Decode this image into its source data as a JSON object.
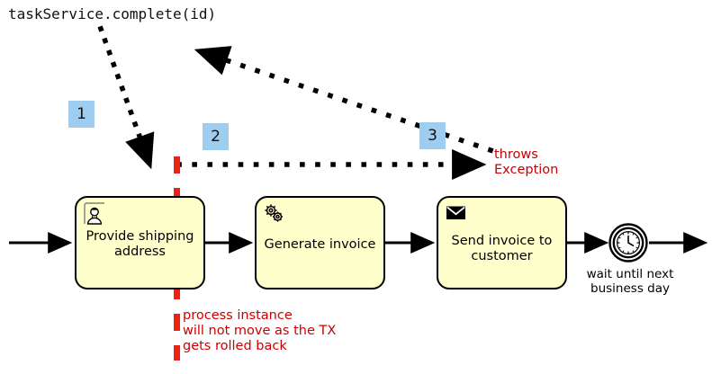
{
  "diagram": {
    "type": "bpmn-process-diagram",
    "code_caption": "taskService.complete(id)",
    "badges": [
      {
        "id": "badge-1",
        "label": "1"
      },
      {
        "id": "badge-2",
        "label": "2"
      },
      {
        "id": "badge-3",
        "label": "3"
      }
    ],
    "tasks": [
      {
        "id": "task-1",
        "label": "Provide\nshipping\naddress",
        "icon": "user-icon",
        "task_type": "user-task",
        "fill": "#FFFFCC",
        "stroke": "#000000"
      },
      {
        "id": "task-2",
        "label": "Generate\ninvoice",
        "icon": "gear-icon",
        "task_type": "service-task",
        "fill": "#FFFFCC",
        "stroke": "#000000"
      },
      {
        "id": "task-3",
        "label": "Send invoice\nto customer",
        "icon": "envelope-icon",
        "task_type": "send-task",
        "fill": "#FFFFCC",
        "stroke": "#000000"
      }
    ],
    "timer_event": {
      "id": "timer-event",
      "icon": "clock-icon",
      "label": "wait until next\nbusiness day"
    },
    "annotations": {
      "throws_exception": "throws\nException",
      "rollback_note": "process instance\nwill not move as the TX\ngets rolled back"
    },
    "colors": {
      "badge_blue": "#9FCDF0",
      "task_fill": "#FFFFCC",
      "annotation_red": "#CC0000",
      "transaction_boundary_red": "#EE2211",
      "line_black": "#000000"
    }
  }
}
